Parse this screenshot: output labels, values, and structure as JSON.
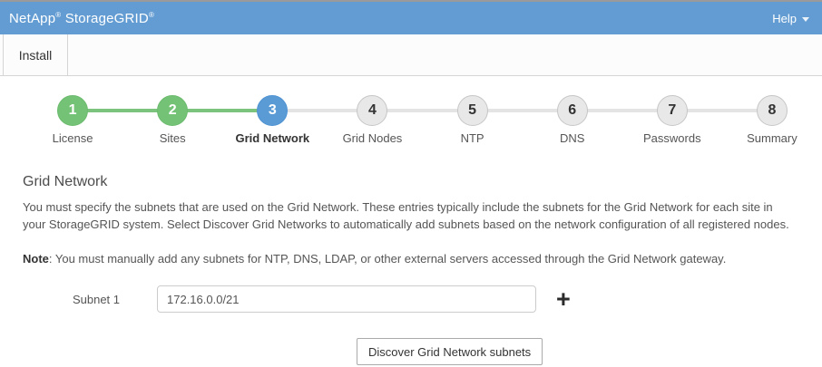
{
  "header": {
    "brand": {
      "name1": "NetApp",
      "reg1": "®",
      "name2": "StorageGRID",
      "reg2": "®"
    },
    "help_label": "Help"
  },
  "tabs": {
    "install_label": "Install"
  },
  "wizard": {
    "steps": [
      {
        "number": "1",
        "label": "License",
        "state": "completed"
      },
      {
        "number": "2",
        "label": "Sites",
        "state": "completed"
      },
      {
        "number": "3",
        "label": "Grid Network",
        "state": "current"
      },
      {
        "number": "4",
        "label": "Grid Nodes",
        "state": "upcoming"
      },
      {
        "number": "5",
        "label": "NTP",
        "state": "upcoming"
      },
      {
        "number": "6",
        "label": "DNS",
        "state": "upcoming"
      },
      {
        "number": "7",
        "label": "Passwords",
        "state": "upcoming"
      },
      {
        "number": "8",
        "label": "Summary",
        "state": "upcoming"
      }
    ]
  },
  "main": {
    "title": "Grid Network",
    "description_lines": [
      "You must specify the subnets that are used on the Grid Network. These entries typically include the subnets for the Grid Network for each site in",
      "your StorageGRID system. Select Discover Grid Networks to automatically add subnets based on the network configuration of all registered nodes."
    ],
    "note_label": "Note",
    "note_rest": ": You must manually add any subnets for NTP, DNS, LDAP, or other external servers accessed through the Grid Network gateway.",
    "subnet": {
      "label": "Subnet 1",
      "value": "172.16.0.0/21"
    },
    "add_icon": "+",
    "discover_button": "Discover Grid Network subnets"
  },
  "colors": {
    "header_bg": "#639cd2",
    "completed_green": "#74c275",
    "connector_green": "#7cc47e",
    "current_blue": "#5a9bd6",
    "upcoming_gray": "#e8e8e8",
    "top_strip_gray": "#9a9a9a"
  }
}
